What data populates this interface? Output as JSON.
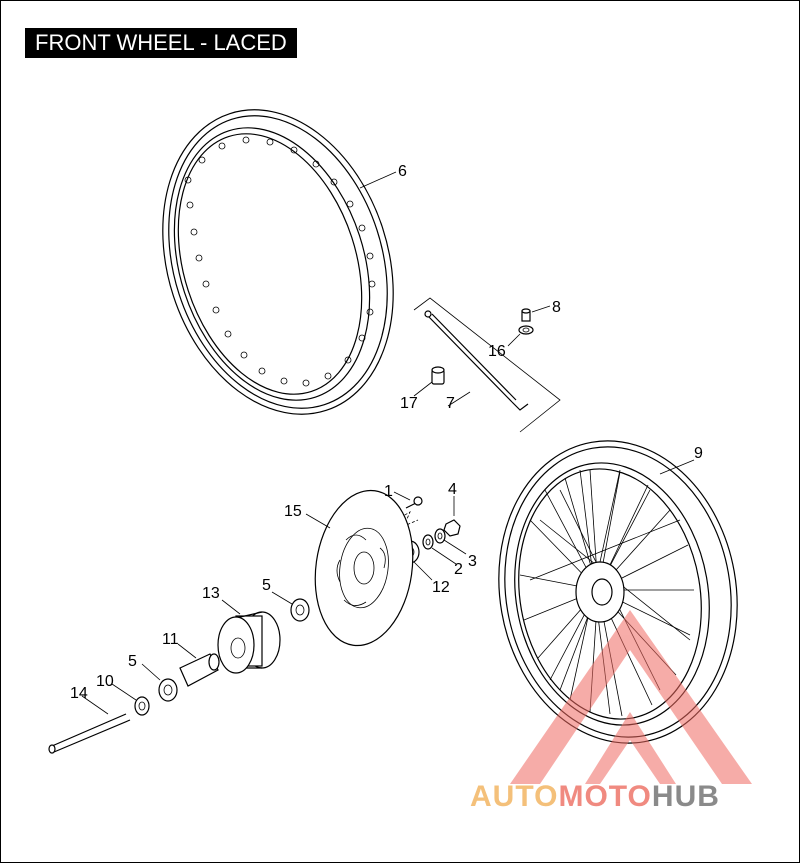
{
  "title": "FRONT WHEEL - LACED",
  "callouts": {
    "c1": "1",
    "c2": "2",
    "c3": "3",
    "c4": "4",
    "c5a": "5",
    "c5b": "5",
    "c6": "6",
    "c7": "7",
    "c8": "8",
    "c9": "9",
    "c10": "10",
    "c11": "11",
    "c12": "12",
    "c13": "13",
    "c14": "14",
    "c15": "15",
    "c16": "16",
    "c17": "17"
  },
  "watermark": {
    "part1": "AUTO",
    "part2": "MOTO",
    "part3": "HUB"
  },
  "colors": {
    "watermark_red": "#f06a62",
    "watermark_orange": "#f4c07a",
    "watermark_gray": "#8a8a8a"
  }
}
